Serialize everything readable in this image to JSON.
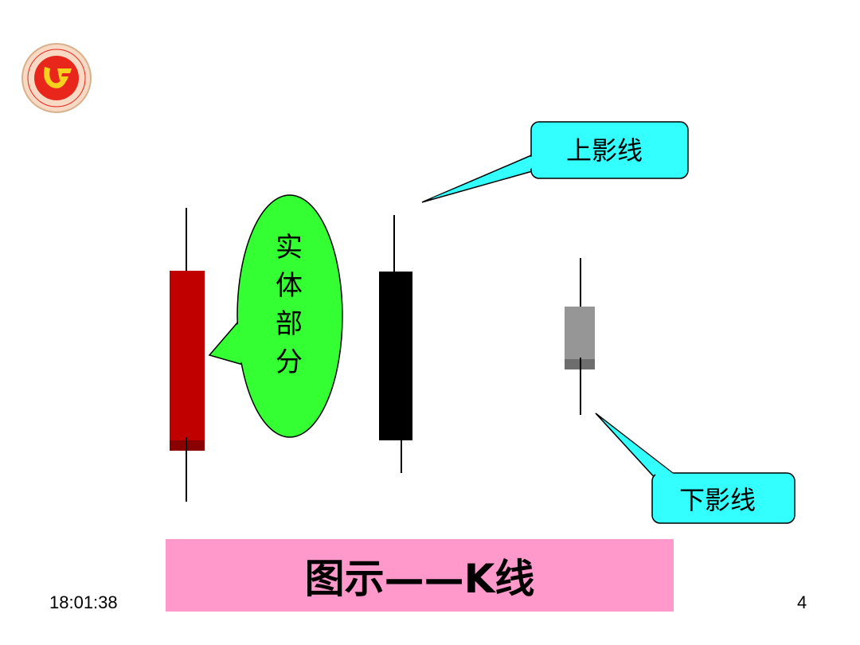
{
  "title": "图示——K线",
  "footer": {
    "time": "18:01:38",
    "page": "4"
  },
  "callouts": {
    "upper_shadow": "上影线",
    "lower_shadow": "下影线",
    "body_part": "实体部分"
  },
  "colors": {
    "red_candle": "#c00000",
    "black_candle": "#000000",
    "gray_candle": "#969696",
    "callout_cyan": "#33ffff",
    "callout_green": "#33ff33",
    "title_bg": "#ff99cc",
    "logo_red": "#e8261c",
    "logo_yellow": "#f6d21c"
  },
  "logo": {
    "icon": "university-emblem-icon"
  }
}
